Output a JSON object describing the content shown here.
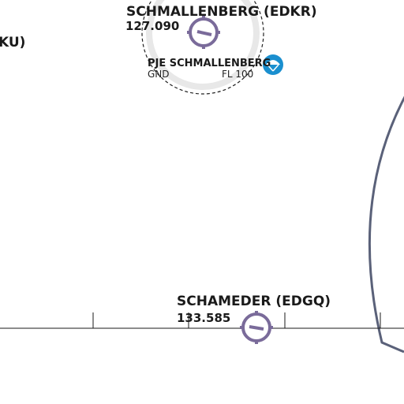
{
  "map": {
    "airfields": [
      {
        "name": "SCHMALLENBERG (EDKR)",
        "frequency": "127.090"
      },
      {
        "name": "SCHAMEDER (EDGQ)",
        "frequency": "133.585"
      }
    ],
    "partial_label": "KU)",
    "parachute_zone": {
      "name": "PJE SCHMALLENBERG",
      "lower_limit": "GND",
      "upper_limit": "FL 100"
    },
    "colors": {
      "airfield_symbol": "#7a6b9a",
      "airspace_boundary": "#5a6179",
      "parachute_badge": "#1a8fcf",
      "zone_fill": "#e8e8e8",
      "grid_line": "#1a1a1a"
    }
  }
}
